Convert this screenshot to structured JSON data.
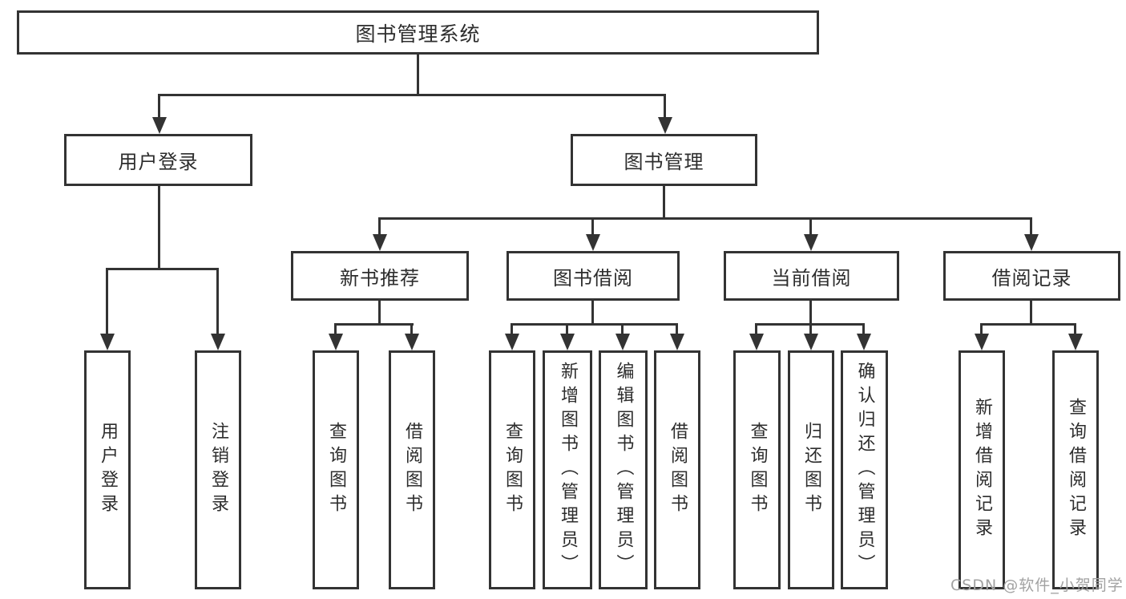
{
  "diagram": {
    "root": {
      "label": "图书管理系统"
    },
    "user_login": {
      "label": "用户登录",
      "children": [
        {
          "label": "用户登录"
        },
        {
          "label": "注销登录"
        }
      ]
    },
    "book_mgmt": {
      "label": "图书管理",
      "sections": [
        {
          "label": "新书推荐",
          "children": [
            {
              "label": "查询图书"
            },
            {
              "label": "借阅图书"
            }
          ]
        },
        {
          "label": "图书借阅",
          "children": [
            {
              "label": "查询图书"
            },
            {
              "label": "新增图书（管理员）"
            },
            {
              "label": "编辑图书（管理员）"
            },
            {
              "label": "借阅图书"
            }
          ]
        },
        {
          "label": "当前借阅",
          "children": [
            {
              "label": "查询图书"
            },
            {
              "label": "归还图书"
            },
            {
              "label": "确认归还（管理员）"
            }
          ]
        },
        {
          "label": "借阅记录",
          "children": [
            {
              "label": "新增借阅记录"
            },
            {
              "label": "查询借阅记录"
            }
          ]
        }
      ]
    }
  },
  "watermark": {
    "text": "CSDN @软件_小贺同学"
  },
  "colors": {
    "line": "#333333",
    "text": "#2d2d2d",
    "watermark": "#a2a2a2",
    "background": "#ffffff"
  }
}
